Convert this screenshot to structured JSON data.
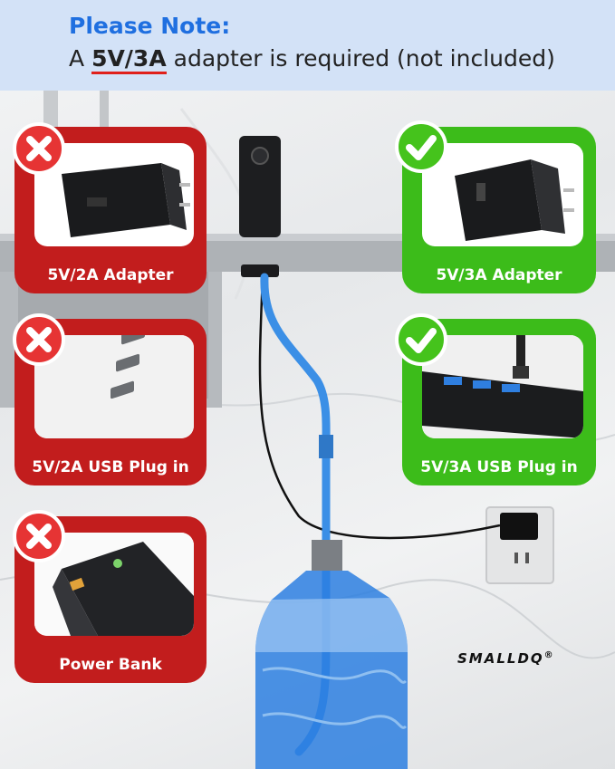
{
  "note": {
    "title": "Please Note:",
    "prefix": "A ",
    "highlight": "5V/3A",
    "suffix": " adapter is required (not included)"
  },
  "cards": {
    "adapter_2a": "5V/2A Adapter",
    "adapter_3a": "5V/3A Adapter",
    "usb_2a": "5V/2A USB Plug in",
    "usb_3a": "5V/3A USB Plug in",
    "power_bank": "Power Bank"
  },
  "brand": {
    "name": "SMALLDQ",
    "mark": "®"
  },
  "colors": {
    "wrong": "#c21d1d",
    "right": "#3cbc1a",
    "note_accent": "#1f6fe0",
    "note_underline": "#e0201b",
    "tube": "#3b8fe6"
  },
  "icons": {
    "wrong": "x-mark-icon",
    "right": "check-mark-icon"
  }
}
